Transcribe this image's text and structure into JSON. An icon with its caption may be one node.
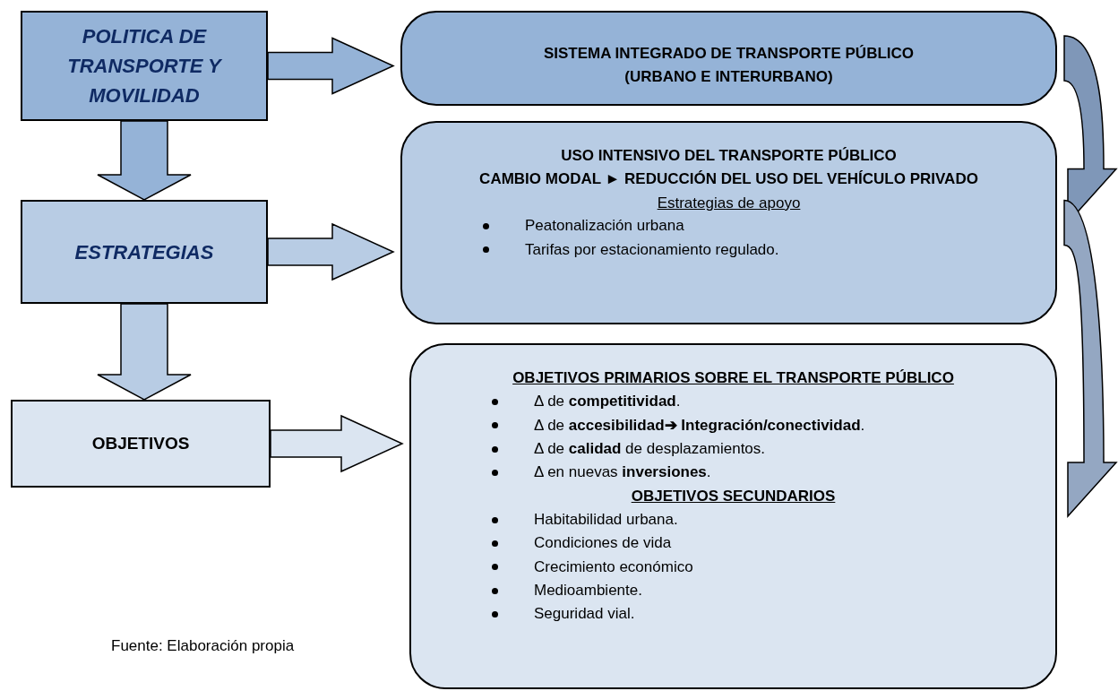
{
  "diagram": {
    "nodes": [
      {
        "text": [
          "POLITICA DE TRANSPORTE Y MOVILIDAD"
        ]
      },
      {
        "text": [
          "ESTRATEGIAS"
        ]
      },
      {
        "text": [
          "OBJETIVOS"
        ]
      },
      {
        "text": [
          "SISTEMA INTEGRADO DE TRANSPORTE PÚBLICO",
          "(URBANO E INTERURBANO)"
        ]
      },
      {
        "text": [
          "USO INTENSIVO DEL TRANSPORTE PÚBLICO",
          "CAMBIO MODAL ► REDUCCIÓN DEL USO DEL VEHÍCULO PRIVADO",
          "Estrategias de apoyo",
          "Peatonalización urbana",
          "Tarifas por estacionamiento regulado."
        ]
      },
      {
        "text": [
          "OBJETIVOS PRIMARIOS SOBRE EL TRANSPORTE PÚBLICO",
          "Δ  de **competitividad**.",
          "Δ  de **accesibilidad➔ Integración/conectividad**.",
          "Δ de **calidad** de desplazamientos.",
          "Δ en nuevas **inversiones**.",
          "OBJETIVOS SECUNDARIOS",
          "Habitabilidad urbana.",
          "Condiciones de vida",
          "Crecimiento económico",
          "Medioambiente.",
          "Seguridad vial."
        ]
      }
    ],
    "edges": [
      {
        "from": 0,
        "to": 1,
        "arrow": "to"
      },
      {
        "from": 1,
        "to": 2,
        "arrow": "to"
      },
      {
        "from": 0,
        "to": 3,
        "arrow": "to"
      },
      {
        "from": 1,
        "to": 4,
        "arrow": "to"
      },
      {
        "from": 2,
        "to": 5,
        "arrow": "to"
      },
      {
        "from": 3,
        "to": 4,
        "arrow": "to"
      },
      {
        "from": 4,
        "to": 5,
        "arrow": "to"
      }
    ],
    "labels": [
      "Fuente: Elaboración propia"
    ]
  }
}
